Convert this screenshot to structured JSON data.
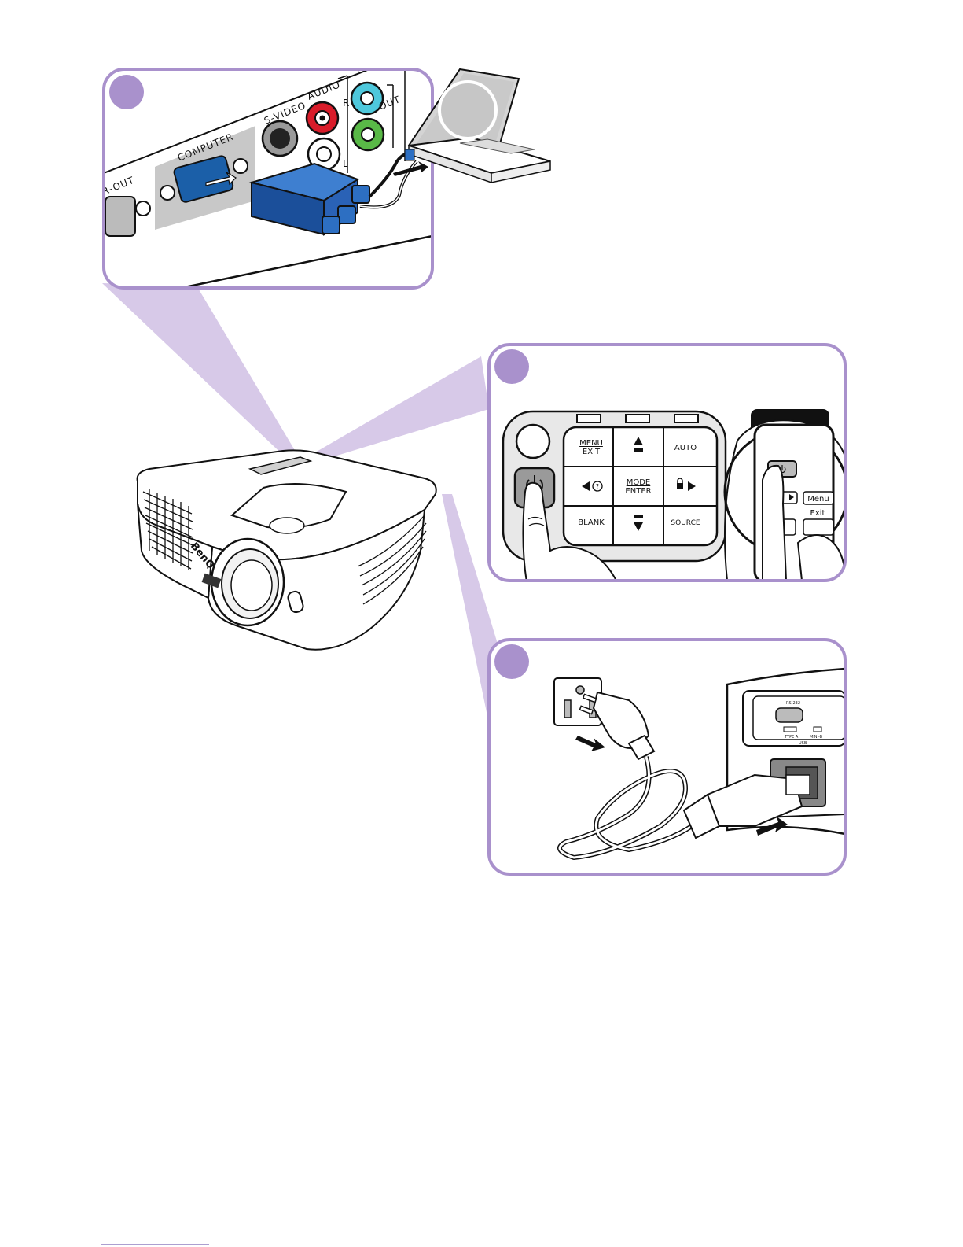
{
  "colors": {
    "panel_border": "#a991cc",
    "beam": "#d7c9e8",
    "step_badge": "#a991cc",
    "vga_blue": "#1b5fa8",
    "audio_red": "#d91c2a",
    "audio_cyan": "#4ec8dc",
    "audio_green": "#59b947"
  },
  "panel1": {
    "port_labels": {
      "computer": "COMPUTER",
      "svideo": "S-VIDEO",
      "audio": "AUDIO",
      "out": "OUT",
      "r": "R",
      "l": "L",
      "monitor_out": "R-OUT",
      "audio2": "AU"
    }
  },
  "panel2": {
    "keys": {
      "menu": "MENU",
      "exit": "EXIT",
      "auto": "AUTO",
      "mode": "MODE",
      "enter": "ENTER",
      "blank": "BLANK",
      "source": "SOURCE"
    },
    "remote": {
      "menu": "Menu",
      "exit": "Exit"
    }
  },
  "panel3": {
    "port_labels": {
      "rs232": "RS-232",
      "type_a": "TYPE A",
      "usb": "USB",
      "mini_b": "MINI-B"
    }
  },
  "projector": {
    "brand": "BenQ"
  }
}
